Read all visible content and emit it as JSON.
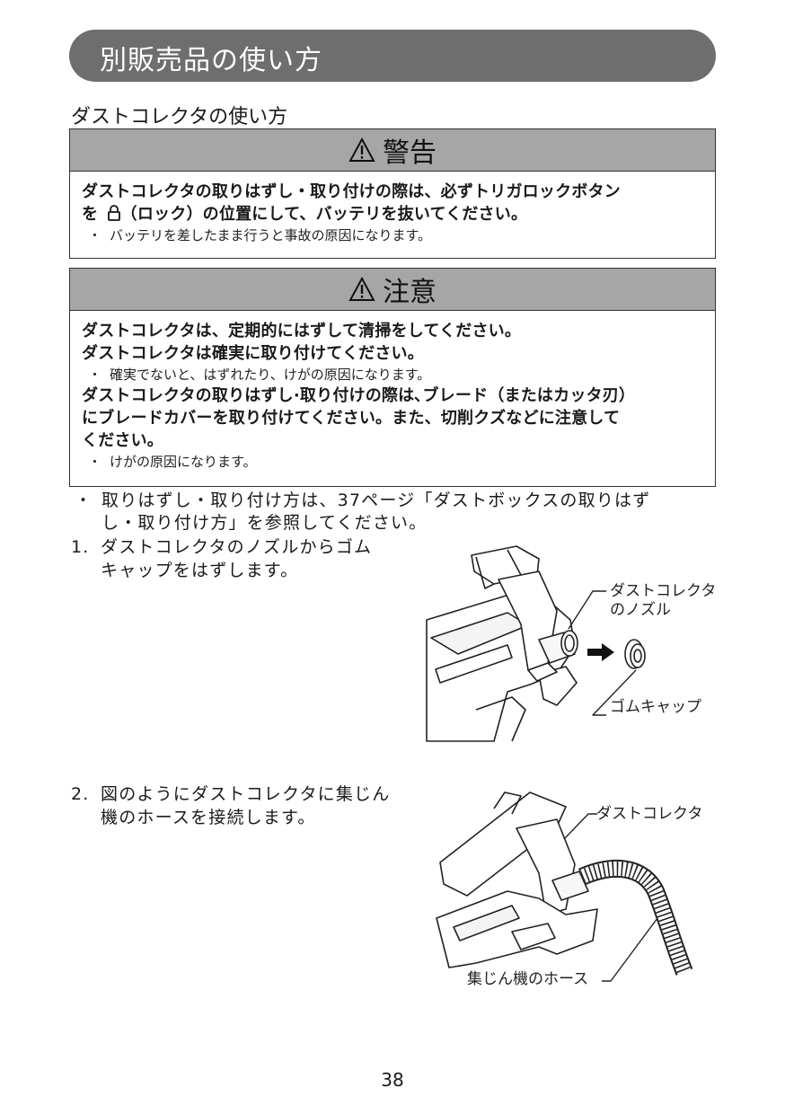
{
  "header": {
    "title": "別販売品の使い方"
  },
  "section": {
    "title": "ダストコレクタの使い方"
  },
  "warning": {
    "heading": "警告",
    "line1": "ダストコレクタの取りはずし・取り付けの際は、必ずトリガロックボタン",
    "line2_pre": "を",
    "line2_post": "（ロック）の位置にして、バッテリを抜いてください。",
    "note": "バッテリを差したまま行うと事故の原因になります。"
  },
  "caution": {
    "heading": "注意",
    "line1": "ダストコレクタは、定期的にはずして清掃をしてください。",
    "line2": "ダストコレクタは確実に取り付けてください。",
    "note1": "確実でないと、はずれたり、けがの原因になります。",
    "line3": "ダストコレクタの取りはずし·取り付けの際は､ブレード（またはカッタ刃）",
    "line4": "にブレードカバーを取り付けてください。また、切削クズなどに注意して",
    "line5": "ください。",
    "note2": "けがの原因になります。"
  },
  "bullet": {
    "mark": "・",
    "line1": "取りはずし・取り付け方は、37ページ「ダストボックスの取りはず",
    "line2": "し・取り付け方」を参照してください。"
  },
  "steps": [
    {
      "num": "1.",
      "line1": "ダストコレクタのノズルからゴム",
      "line2": "キャップをはずします。"
    },
    {
      "num": "2.",
      "line1": "図のようにダストコレクタに集じん",
      "line2": "機のホースを接続します。"
    }
  ],
  "figure1": {
    "label_nozzle_1": "ダストコレクタ",
    "label_nozzle_2": "のノズル",
    "label_cap": "ゴムキャップ"
  },
  "figure2": {
    "label_collector": "ダストコレクタ",
    "label_hose": "集じん機のホース"
  },
  "page_number": "38",
  "note_bullet": "・"
}
